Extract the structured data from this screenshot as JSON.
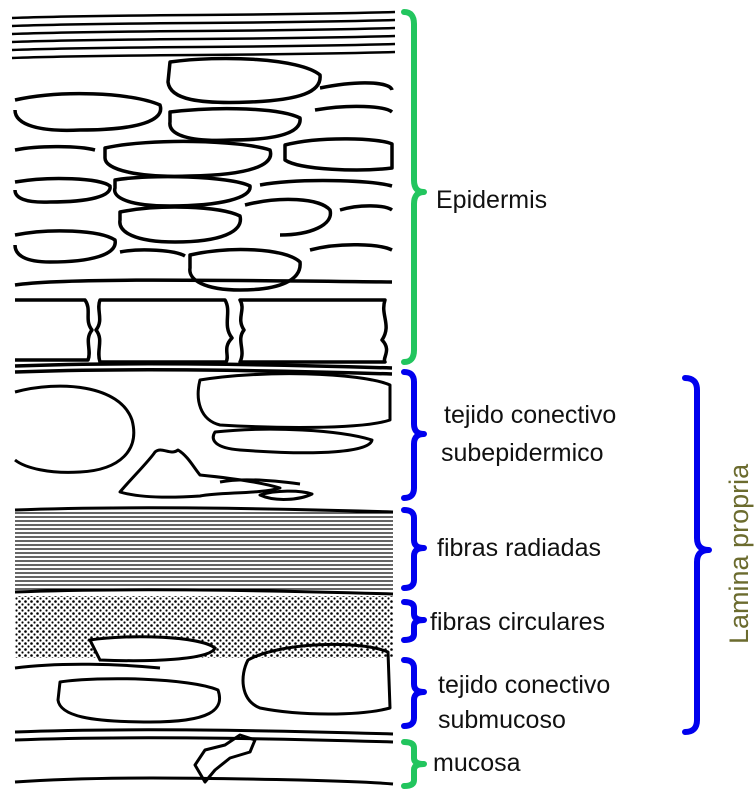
{
  "labels": {
    "epidermis": "Epidermis",
    "tejido_subepidermico_1": "tejido conectivo",
    "tejido_subepidermico_2": "subepidermico",
    "fibras_radiadas": "fibras radiadas",
    "fibras_circulares": "fibras circulares",
    "tejido_submucoso_1": "tejido conectivo",
    "tejido_submucoso_2": "submucoso",
    "mucosa": "mucosa",
    "lamina_propria": "Lamina propria"
  },
  "colors": {
    "green_bracket": "#22c55e",
    "blue_bracket": "#0000ee",
    "lamina_label": "#6b6b2e",
    "ink": "#000000"
  }
}
